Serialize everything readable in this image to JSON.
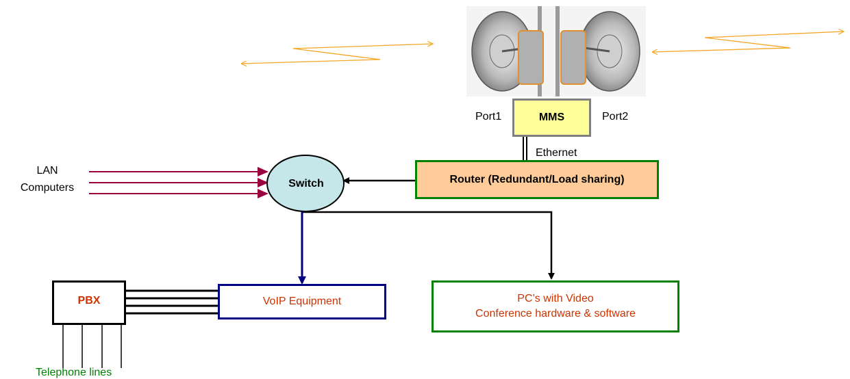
{
  "nodes": {
    "mms": "MMS",
    "port1": "Port1",
    "port2": "Port2",
    "ethernet": "Ethernet",
    "router": "Router (Redundant/Load sharing)",
    "switch": "Switch",
    "lan_line1": "LAN",
    "lan_line2": "Computers",
    "voip": "VoIP Equipment",
    "pc_line1": "PC’s with Video",
    "pc_line2": "Conference hardware & software",
    "pbx": "PBX",
    "telephone": "Telephone lines"
  },
  "colors": {
    "lan_links": "#99003d",
    "wireless_links": "#f5a623",
    "switch_fill": "#c6e7ea",
    "voip_link": "#000080",
    "router_border": "#008000",
    "mms_fill": "#ffff99",
    "router_fill": "#ffcc99"
  }
}
